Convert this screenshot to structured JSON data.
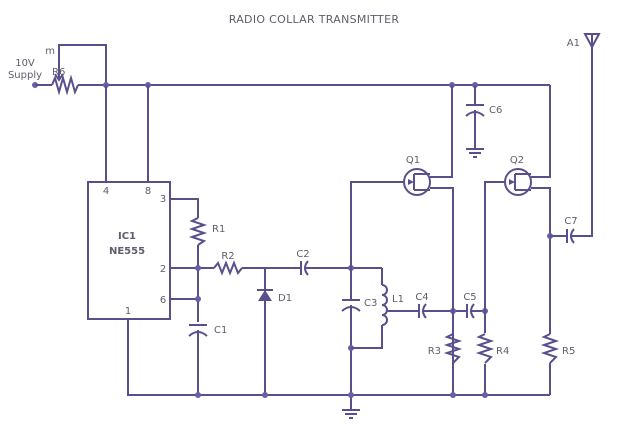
{
  "title": "RADIO COLLAR TRANSMITTER",
  "supply": {
    "line1": "10V",
    "line2": "Supply"
  },
  "ic": {
    "name": "IC1",
    "part": "NE555",
    "pins": {
      "p4": "4",
      "p8": "8",
      "p3": "3",
      "p2": "2",
      "p6": "6",
      "p1": "1"
    }
  },
  "labels": {
    "m": "m",
    "R1": "R1",
    "R2": "R2",
    "R3": "R3",
    "R4": "R4",
    "R5": "R5",
    "R6": "R6",
    "C1": "C1",
    "C2": "C2",
    "C3": "C3",
    "C4": "C4",
    "C5": "C5",
    "C6": "C6",
    "C7": "C7",
    "D1": "D1",
    "L1": "L1",
    "Q1": "Q1",
    "Q2": "Q2",
    "A1": "A1"
  },
  "colors": {
    "wire": "#5a4f8a",
    "node": "#6a5ea8",
    "text": "#5e5e6e"
  }
}
